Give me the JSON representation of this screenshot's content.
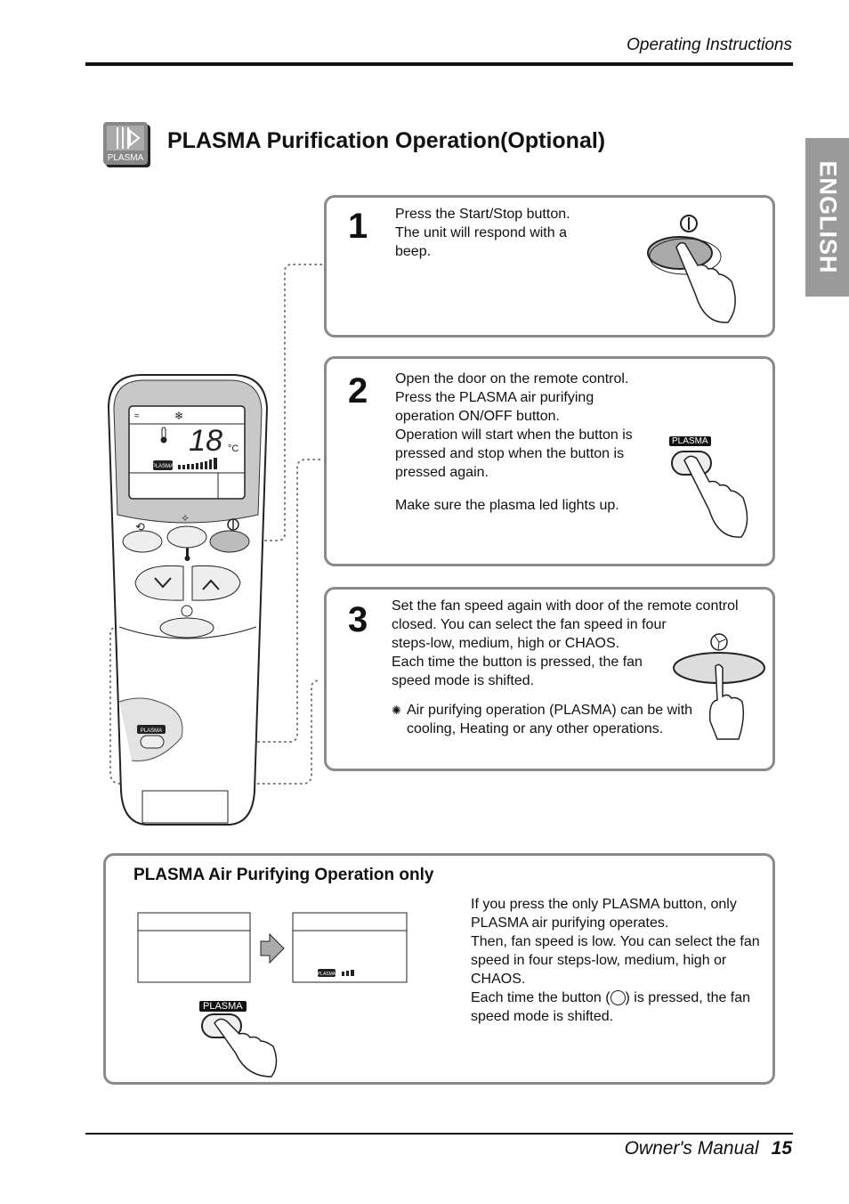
{
  "header": {
    "section": "Operating Instructions"
  },
  "side_tab": "ENGLISH",
  "title": {
    "text": "PLASMA Purification Operation(Optional)",
    "icon_label": "PLASMA"
  },
  "remote": {
    "temperature": "18",
    "unit": "°C",
    "lcd_badge": "PLASMA",
    "plasma_button_label": "PLASMA"
  },
  "steps": [
    {
      "number": "1",
      "lines": [
        "Press the Start/Stop button.",
        "The unit will respond with a",
        "beep."
      ]
    },
    {
      "number": "2",
      "lines": [
        "Open the door on the remote control.",
        "Press the PLASMA air purifying",
        "operation ON/OFF button.",
        "Operation will start when the button is",
        "pressed and stop when the button is",
        "pressed again."
      ],
      "note": "Make sure the plasma led lights up.",
      "button_label": "PLASMA"
    },
    {
      "number": "3",
      "lines": [
        "Set the fan speed again with door of the remote control",
        "closed. You can select the fan speed in four",
        "steps-low, medium, high or CHAOS.",
        "Each time the button is pressed, the fan",
        "speed mode is shifted."
      ],
      "note_lines": [
        "Air purifying operation (PLASMA) can be with",
        "cooling, Heating or any other operations."
      ]
    }
  ],
  "only_box": {
    "heading": "PLASMA Air Purifying Operation only",
    "lcd_badge": "PLASMA",
    "button_label": "PLASMA",
    "lines": [
      "If you press the only PLASMA button, only",
      "PLASMA air purifying operates.",
      "Then, fan speed is low. You can select the fan",
      "speed in four steps-low, medium, high or",
      "CHAOS."
    ],
    "line_a": "Each time the button (",
    "line_b": ") is pressed, the fan",
    "line_c": "speed mode is shifted."
  },
  "footer": {
    "label": "Owner's Manual",
    "page": "15"
  }
}
